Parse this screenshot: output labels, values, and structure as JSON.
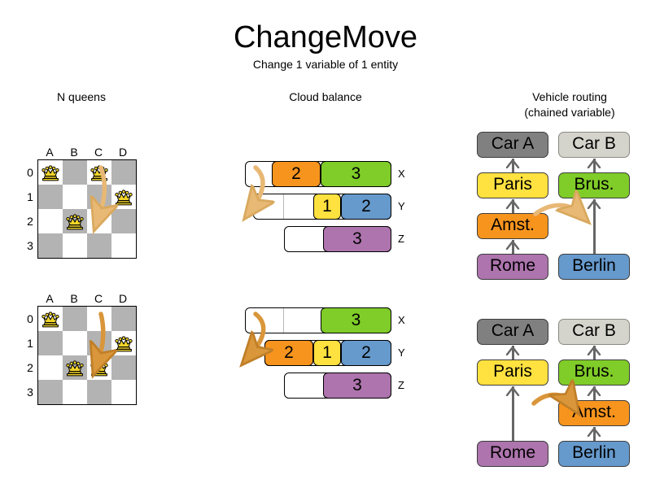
{
  "header": {
    "title": "ChangeMove",
    "subtitle": "Change 1 variable of 1 entity"
  },
  "columns": {
    "nqueens": {
      "title": "N queens"
    },
    "cloud": {
      "title": "Cloud balance"
    },
    "vrp": {
      "title_line1": "Vehicle routing",
      "title_line2": "(chained variable)"
    }
  },
  "nqueens": {
    "col_labels": [
      "A",
      "B",
      "C",
      "D"
    ],
    "row_labels": [
      "0",
      "1",
      "2",
      "3"
    ],
    "before": {
      "queens": [
        {
          "col": 0,
          "row": 0
        },
        {
          "col": 2,
          "row": 0
        },
        {
          "col": 3,
          "row": 1
        },
        {
          "col": 1,
          "row": 2
        }
      ],
      "move": {
        "from_col": 2,
        "from_row": 0,
        "to_col": 2,
        "to_row": 2
      }
    },
    "after": {
      "queens": [
        {
          "col": 0,
          "row": 0
        },
        {
          "col": 3,
          "row": 1
        },
        {
          "col": 1,
          "row": 2
        },
        {
          "col": 2,
          "row": 2
        }
      ],
      "move": {
        "from_col": 2,
        "from_row": 0,
        "to_col": 2,
        "to_row": 2
      }
    }
  },
  "cloud": {
    "row_labels": [
      "X",
      "Y",
      "Z"
    ],
    "before": {
      "rows": [
        {
          "label": "X",
          "segments": [
            {
              "value": "",
              "color": "#ffffff",
              "width": 33,
              "empty": true
            },
            {
              "value": "2",
              "color": "#f7941e",
              "width": 60
            },
            {
              "value": "3",
              "color": "#80cc28",
              "width": 87
            }
          ]
        },
        {
          "label": "Y",
          "segments": [
            {
              "value": "",
              "color": "#ffffff",
              "width": 74,
              "empty": true
            },
            {
              "value": "1",
              "color": "#ffe13f",
              "width": 34
            },
            {
              "value": "2",
              "color": "#6699cc",
              "width": 62
            }
          ]
        },
        {
          "label": "Z",
          "segments": [
            {
              "value": "",
              "color": "#ffffff",
              "width": 48,
              "empty": true
            },
            {
              "value": "3",
              "color": "#ad74ad",
              "width": 84
            }
          ]
        }
      ]
    },
    "after": {
      "rows": [
        {
          "label": "X",
          "segments": [
            {
              "value": "",
              "color": "#ffffff",
              "width": 93,
              "empty": true
            },
            {
              "value": "3",
              "color": "#80cc28",
              "width": 87
            }
          ]
        },
        {
          "label": "Y",
          "segments": [
            {
              "value": "2",
              "color": "#f7941e",
              "width": 60
            },
            {
              "value": "1",
              "color": "#ffe13f",
              "width": 34
            },
            {
              "value": "2",
              "color": "#6699cc",
              "width": 62
            }
          ]
        },
        {
          "label": "Z",
          "segments": [
            {
              "value": "",
              "color": "#ffffff",
              "width": 48,
              "empty": true
            },
            {
              "value": "3",
              "color": "#ad74ad",
              "width": 84
            }
          ]
        }
      ]
    }
  },
  "vrp": {
    "before": {
      "chain_a": [
        "Car A",
        "Paris",
        "Amst.",
        "Rome"
      ],
      "chain_b": [
        "Car B",
        "Brus.",
        "Berlin"
      ],
      "moving_node": "Amst."
    },
    "after": {
      "chain_a": [
        "Car A",
        "Paris",
        "Rome"
      ],
      "chain_b": [
        "Car B",
        "Brus.",
        "Amst.",
        "Berlin"
      ],
      "moving_node": "Amst."
    },
    "labels": {
      "car_a": "Car A",
      "car_b": "Car B",
      "paris": "Paris",
      "brussels": "Brus.",
      "amsterdam": "Amst.",
      "rome": "Rome",
      "berlin": "Berlin"
    }
  },
  "colors": {
    "orange": "#f7941e",
    "green": "#80cc28",
    "yellow": "#ffe13f",
    "blue": "#6699cc",
    "purple": "#ad74ad",
    "car_a_gray": "#808080",
    "car_b_gray": "#d4d4cc",
    "arrow": "#e8b875",
    "arrow_dark": "#d9963a",
    "queen_gold": "#f2d52a",
    "dark_cell": "#b3b3b3",
    "edge_gray": "#666666"
  }
}
